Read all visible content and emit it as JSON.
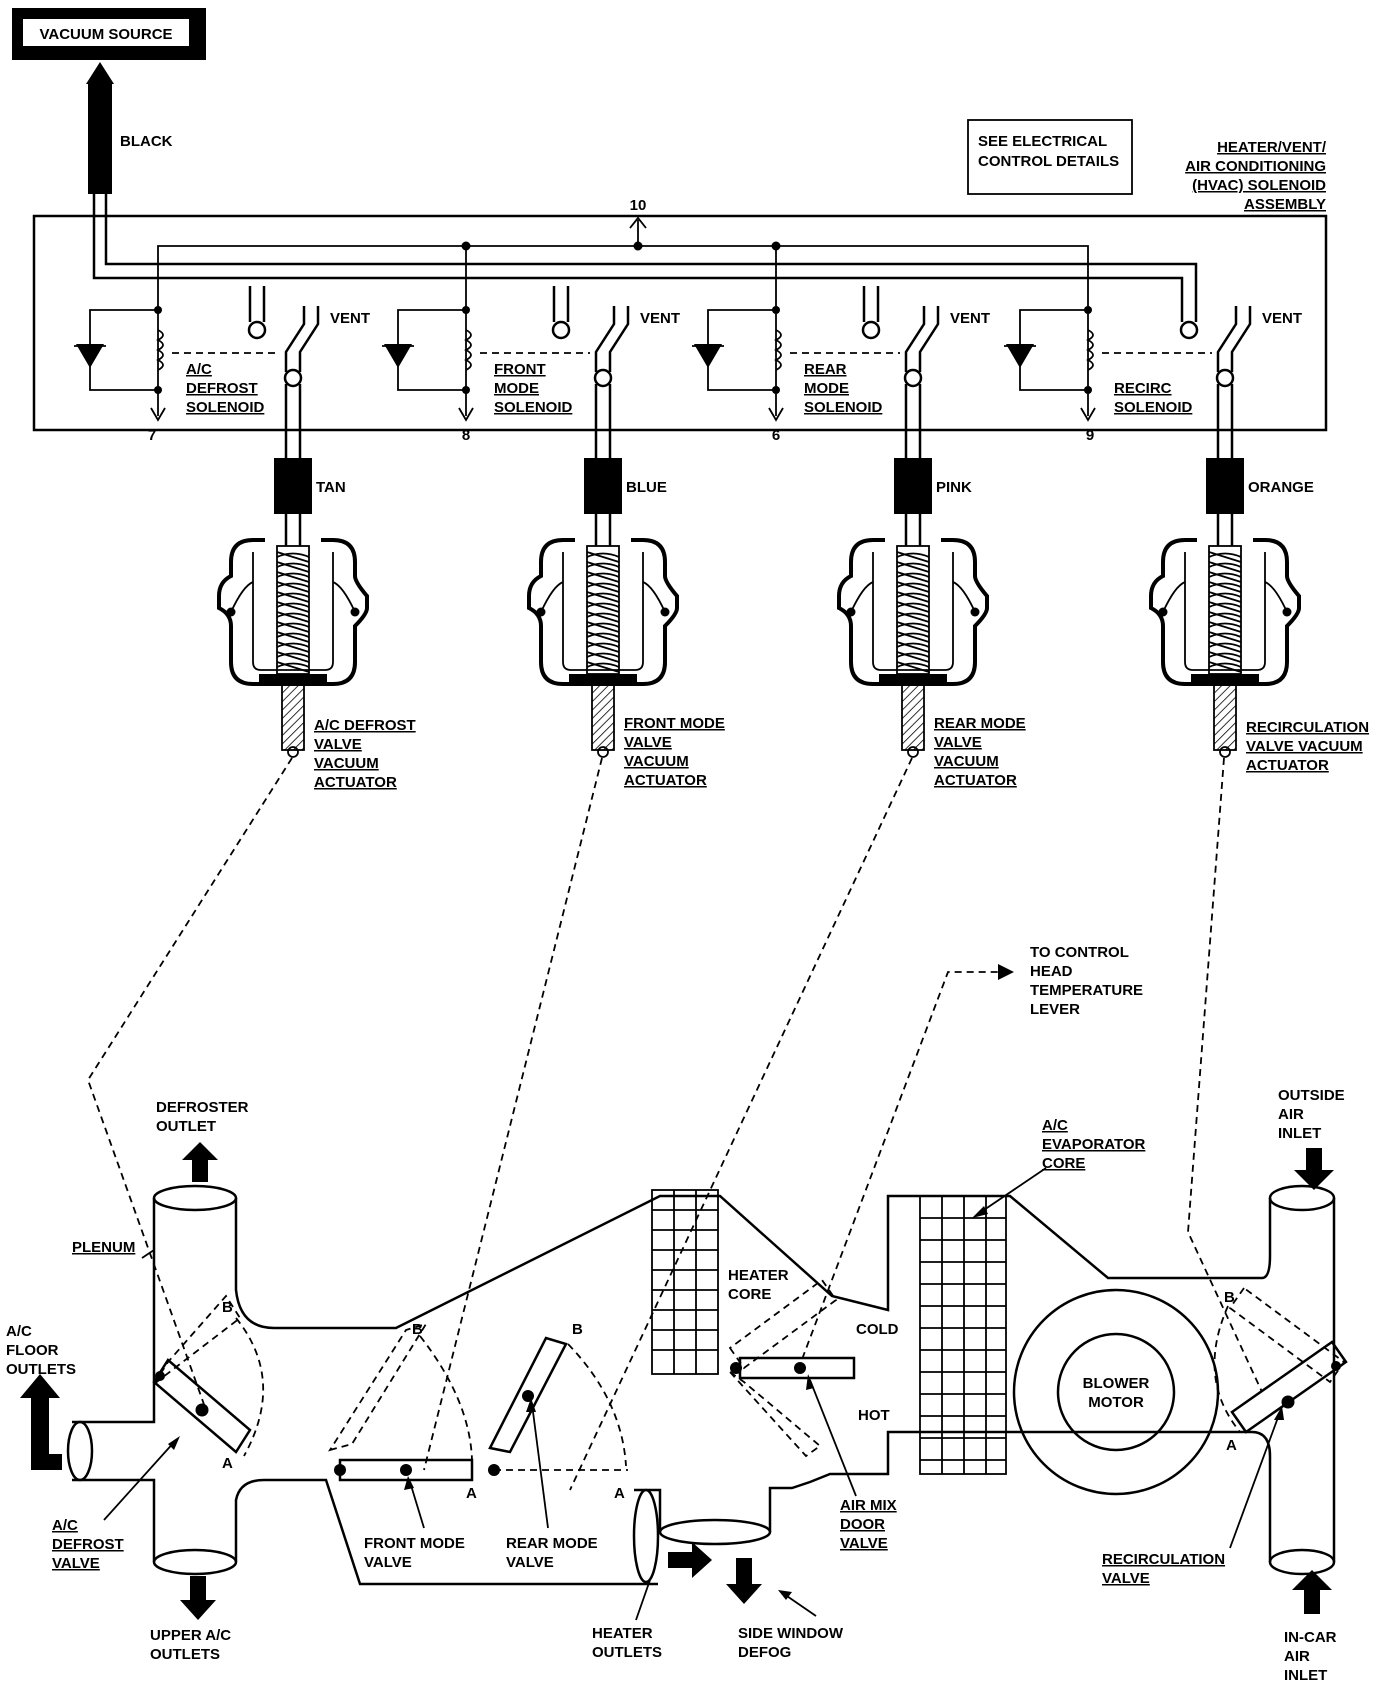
{
  "vacuum_source": "VACUUM SOURCE",
  "hose_colors": {
    "black": "BLACK",
    "tan": "TAN",
    "blue": "BLUE",
    "pink": "PINK",
    "orange": "ORANGE"
  },
  "see_electrical": [
    "SEE ELECTRICAL",
    "CONTROL DETAILS"
  ],
  "assembly_label": [
    "HEATER/VENT/",
    "AIR CONDITIONING",
    "(HVAC) SOLENOID",
    "ASSEMBLY"
  ],
  "terminals": {
    "t10": "10",
    "t7": "7",
    "t8": "8",
    "t6": "6",
    "t9": "9"
  },
  "vent_label": "VENT",
  "solenoids": {
    "ac_defrost": [
      "A/C",
      "DEFROST",
      "SOLENOID"
    ],
    "front_mode": [
      "FRONT",
      "MODE",
      "SOLENOID"
    ],
    "rear_mode": [
      "REAR",
      "MODE",
      "SOLENOID"
    ],
    "recirc": [
      "RECIRC",
      "SOLENOID"
    ]
  },
  "actuators": {
    "ac_defrost": [
      "A/C DEFROST",
      "VALVE",
      "VACUUM",
      "ACTUATOR"
    ],
    "front_mode": [
      "FRONT MODE",
      "VALVE",
      "VACUUM",
      "ACTUATOR"
    ],
    "rear_mode": [
      "REAR MODE",
      "VALVE",
      "VACUUM",
      "ACTUATOR"
    ],
    "recirc": [
      "RECIRCULATION",
      "VALVE VACUUM",
      "ACTUATOR"
    ]
  },
  "to_control_head": [
    "TO CONTROL",
    "HEAD",
    "TEMPERATURE",
    "LEVER"
  ],
  "defroster_outlet": [
    "DEFROSTER",
    "OUTLET"
  ],
  "plenum": "PLENUM",
  "ac_floor_outlets": [
    "A/C",
    "FLOOR",
    "OUTLETS"
  ],
  "ac_defrost_valve": [
    "A/C",
    "DEFROST",
    "VALVE"
  ],
  "upper_ac_outlets": [
    "UPPER A/C",
    "OUTLETS"
  ],
  "front_mode_valve": [
    "FRONT MODE",
    "VALVE"
  ],
  "rear_mode_valve": [
    "REAR MODE",
    "VALVE"
  ],
  "heater_outlets": [
    "HEATER",
    "OUTLETS"
  ],
  "side_window_defog": [
    "SIDE WINDOW",
    "DEFOG"
  ],
  "heater_core": [
    "HEATER",
    "CORE"
  ],
  "cold": "COLD",
  "hot": "HOT",
  "air_mix_door": [
    "AIR MIX",
    "DOOR",
    "VALVE"
  ],
  "ac_evaporator": [
    "A/C",
    "EVAPORATOR",
    "CORE"
  ],
  "blower_motor": [
    "BLOWER",
    "MOTOR"
  ],
  "outside_air_inlet": [
    "OUTSIDE",
    "AIR",
    "INLET"
  ],
  "recirculation_valve": [
    "RECIRCULATION",
    "VALVE"
  ],
  "in_car_air_inlet": [
    "IN-CAR",
    "AIR",
    "INLET"
  ],
  "valve_positions": {
    "a": "A",
    "b": "B"
  }
}
